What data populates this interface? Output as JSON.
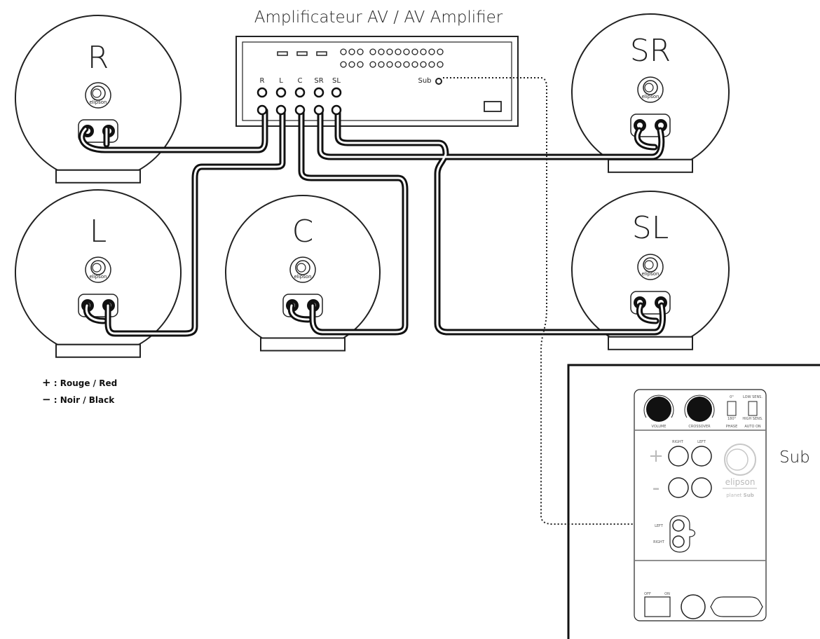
{
  "amplifier": {
    "title": "Amplificateur AV / AV Amplifier",
    "channels": [
      "R",
      "L",
      "C",
      "SR",
      "SL"
    ],
    "sub_label": "Sub"
  },
  "speakers": [
    {
      "id": "R",
      "label": "R",
      "brand": "elipson"
    },
    {
      "id": "L",
      "label": "L",
      "brand": "elipson"
    },
    {
      "id": "C",
      "label": "C",
      "brand": "elipson"
    },
    {
      "id": "SR",
      "label": "SR",
      "brand": "elipson"
    },
    {
      "id": "SL",
      "label": "SL",
      "brand": "elipson"
    }
  ],
  "legend": {
    "plus_symbol": "+",
    "plus_text": " : Rouge / Red",
    "minus_symbol": "−",
    "minus_text": " : Noir / Black"
  },
  "subwoofer": {
    "label": "Sub",
    "volume": "VOLUME",
    "crossover": "CROSSOVER",
    "phase": "PHASE",
    "auto_on": "AUTO ON",
    "phase_top": "0°",
    "phase_bottom": "180°",
    "sens_top": "LOW SENS.",
    "sens_bottom": "HIGH SENS.",
    "right": "RIGHT",
    "left": "LEFT",
    "plus": "+",
    "minus": "-",
    "brand": "elipson",
    "model_prefix": "planet",
    "model_suffix": "Sub",
    "input_top": "LEFT",
    "input_bottom": "RIGHT",
    "power_off": "OFF",
    "power_on": "ON"
  },
  "colors": {
    "line": "#222222",
    "cable": "#111111",
    "logo_grey": "#c8c8c8"
  }
}
